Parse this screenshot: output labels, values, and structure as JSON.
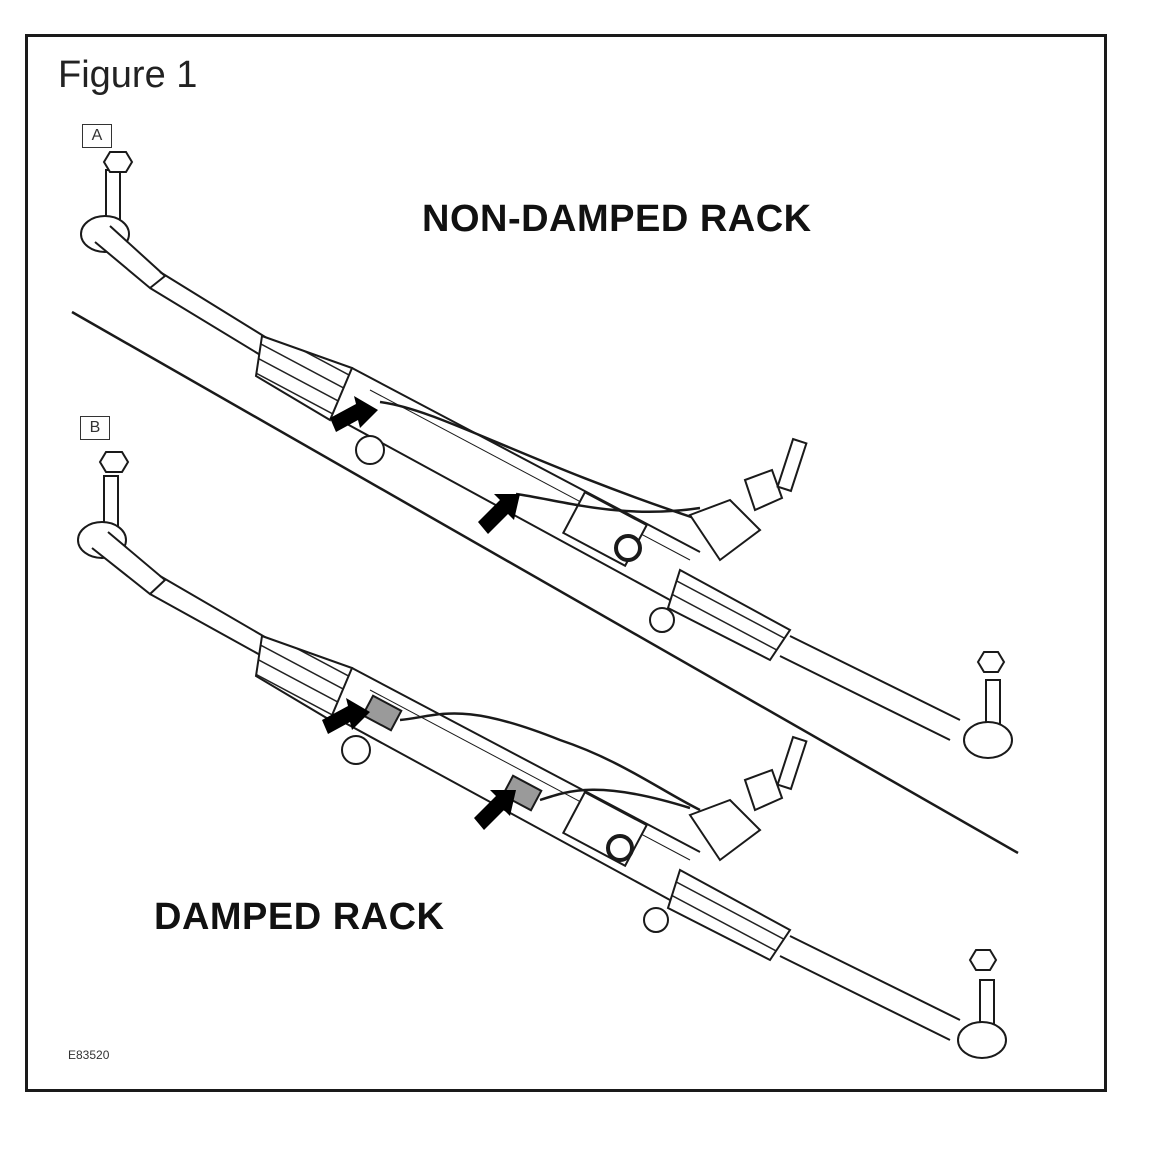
{
  "figure": {
    "title": "Figure 1",
    "code": "E83520"
  },
  "panel_a": {
    "label": "A",
    "heading": "NON-DAMPED RACK"
  },
  "panel_b": {
    "label": "B",
    "heading": "DAMPED RACK"
  },
  "colors": {
    "line": "#1a1a1a",
    "arrow": "#000000",
    "background": "#ffffff",
    "damper_shading": "#9a9a9a"
  },
  "icons": [
    "steering-rack-drawing",
    "pointer-arrow-icon",
    "tie-rod-end-icon",
    "boot-icon",
    "nut-icon"
  ]
}
